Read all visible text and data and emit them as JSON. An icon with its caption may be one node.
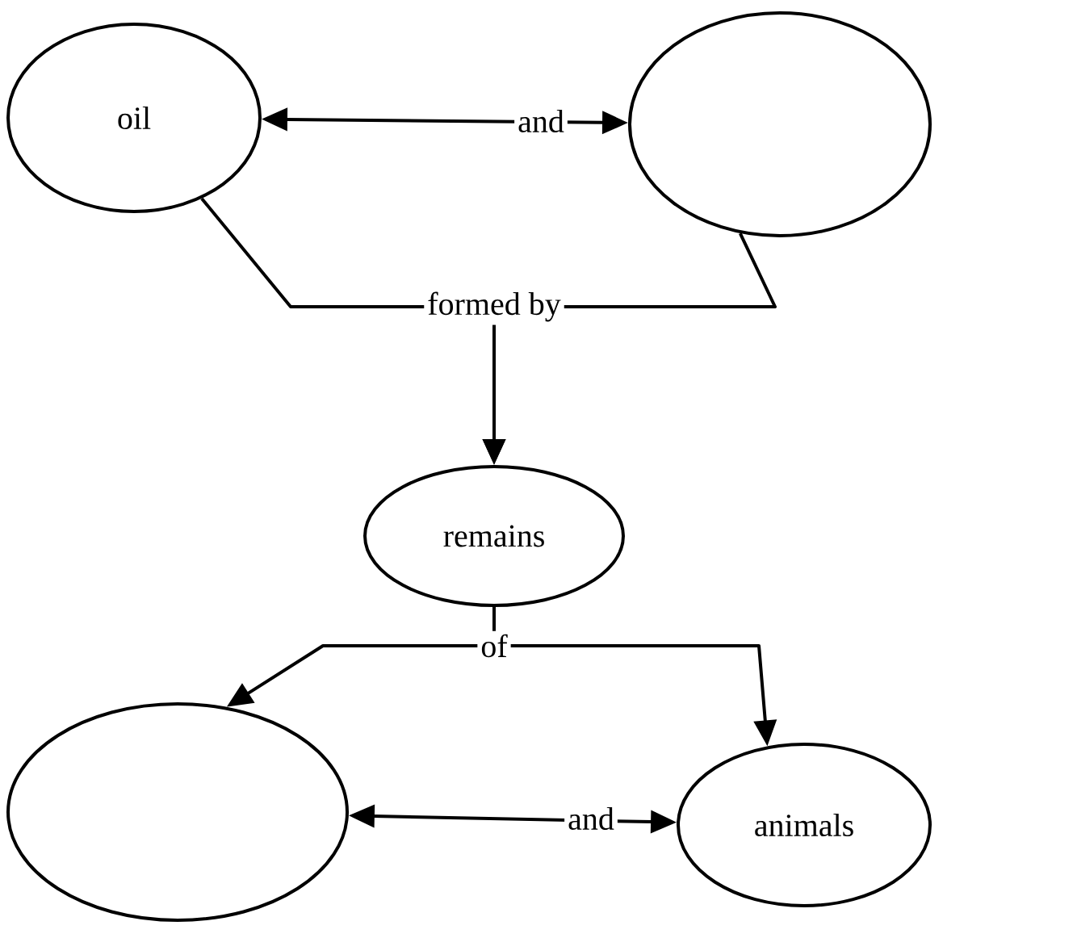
{
  "diagram": {
    "nodes": [
      {
        "text": [
          "oil"
        ]
      },
      {
        "text": [],
        "shape": "ellipse"
      },
      {
        "text": [
          "remains"
        ]
      },
      {
        "text": [],
        "shape": "ellipse"
      },
      {
        "text": [
          "animals"
        ]
      }
    ],
    "edges": [
      {
        "from": 0,
        "to": 1,
        "arrow": "both",
        "label": "and"
      },
      {
        "from": 0,
        "to": 2,
        "arrow": "to",
        "label": "formed by"
      },
      {
        "from": 1,
        "to": 2,
        "arrow": "to"
      },
      {
        "from": 2,
        "to": 3,
        "arrow": "to",
        "label": "of"
      },
      {
        "from": 2,
        "to": 4,
        "arrow": "to"
      },
      {
        "from": 3,
        "to": 4,
        "arrow": "both",
        "label": "and"
      }
    ]
  }
}
